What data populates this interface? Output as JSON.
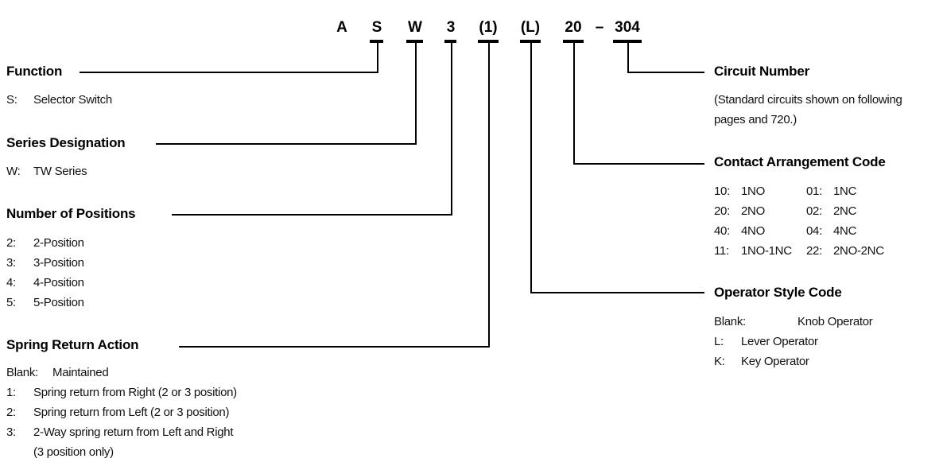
{
  "page": {
    "background": "#ffffff",
    "text_color": "#111111",
    "line_color": "#000000"
  },
  "product_code": {
    "segments": [
      {
        "text": "A",
        "underlined": false
      },
      {
        "text": "S",
        "underlined": true
      },
      {
        "text": "W",
        "underlined": true
      },
      {
        "text": "3",
        "underlined": true
      },
      {
        "text": "(1)",
        "underlined": true
      },
      {
        "text": "(L)",
        "underlined": true
      },
      {
        "text": "20",
        "underlined": true
      },
      {
        "text": "–",
        "underlined": false
      },
      {
        "text": "304",
        "underlined": true
      }
    ]
  },
  "sections": {
    "function": {
      "title": "Function",
      "items": [
        {
          "code": "S:",
          "label": "Selector Switch"
        }
      ]
    },
    "series_designation": {
      "title": "Series Designation",
      "items": [
        {
          "code": "W:",
          "label": "TW Series"
        }
      ]
    },
    "number_of_positions": {
      "title": "Number of Positions",
      "items": [
        {
          "code": "2:",
          "label": "2-Position"
        },
        {
          "code": "3:",
          "label": "3-Position"
        },
        {
          "code": "4:",
          "label": "4-Position"
        },
        {
          "code": "5:",
          "label": "5-Position"
        }
      ]
    },
    "spring_return_action": {
      "title": "Spring Return Action",
      "items": [
        {
          "code": "Blank:",
          "label": "Maintained"
        },
        {
          "code": "1:",
          "label": "Spring return from Right (2 or 3 position)"
        },
        {
          "code": "2:",
          "label": "Spring return from Left (2 or 3 position)"
        },
        {
          "code": "3:",
          "label": "2-Way spring return from Left and Right"
        },
        {
          "code": "",
          "label": "(3 position only)"
        }
      ]
    },
    "circuit_number": {
      "title": "Circuit Number",
      "note_lines": [
        "(Standard circuits shown on following",
        "pages and 720.)"
      ]
    },
    "contact_arrangement_code": {
      "title": "Contact Arrangement Code",
      "rows": [
        {
          "code1": "10:",
          "label1": "1NO",
          "code2": "01:",
          "label2": "1NC"
        },
        {
          "code1": "20:",
          "label1": "2NO",
          "code2": "02:",
          "label2": "2NC"
        },
        {
          "code1": "40:",
          "label1": "4NO",
          "code2": "04:",
          "label2": "4NC"
        },
        {
          "code1": "11:",
          "label1": "1NO-1NC",
          "code2": "22:",
          "label2": "2NO-2NC"
        }
      ]
    },
    "operator_style_code": {
      "title": "Operator Style Code",
      "items": [
        {
          "code": "Blank:",
          "label": "Knob Operator"
        },
        {
          "code": "L:",
          "label": "Lever Operator"
        },
        {
          "code": "K:",
          "label": "Key Operator"
        }
      ]
    }
  }
}
